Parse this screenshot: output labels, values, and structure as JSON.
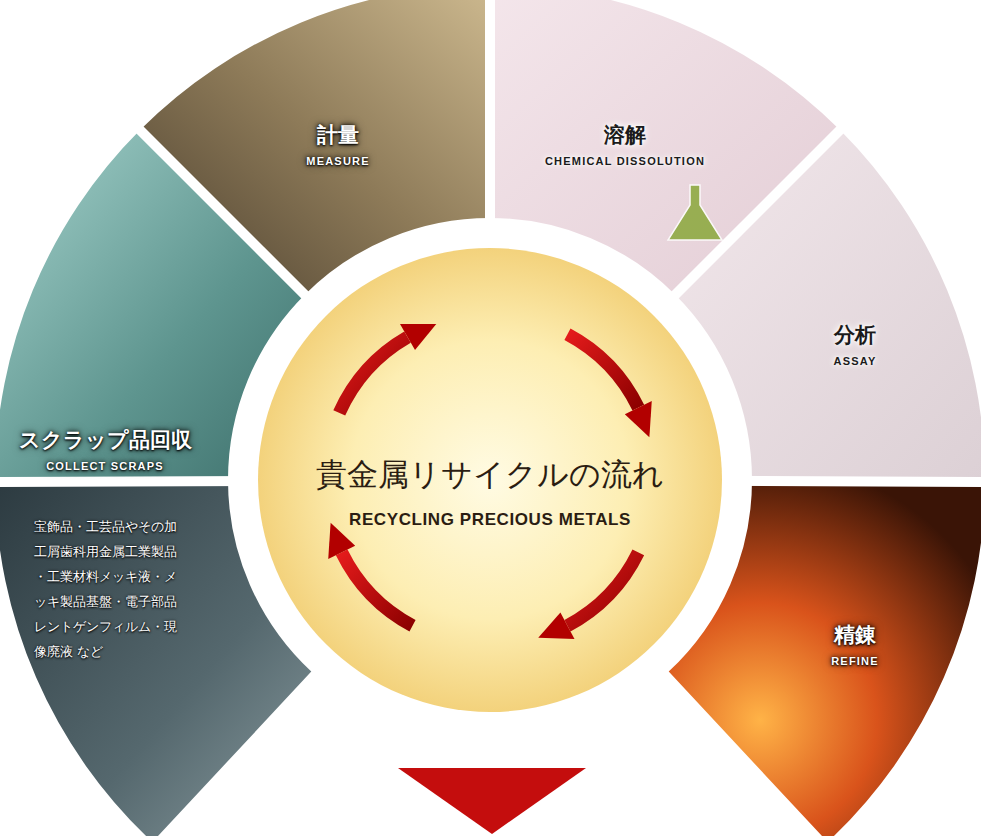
{
  "diagram": {
    "nodes": [
      {
        "text": [
          "計量",
          "MEASURE"
        ]
      },
      {
        "text": [
          "溶解",
          "CHEMICAL DISSOLUTION"
        ]
      },
      {
        "text": [
          "分析",
          "ASSAY"
        ]
      },
      {
        "text": [
          "スクラップ品回収",
          "COLLECT SCRAPS"
        ]
      },
      {
        "text": [
          "貴金属リサイクルの流れ",
          "RECYCLING PRECIOUS METALS"
        ]
      },
      {
        "text": [
          "宝飾品・工芸品やその加 工屑歯科用金属工業製品 ・工業材料メッキ液・メ ッキ製品基盤・電子部品 レントゲンフィルム・現 像廃液 など"
        ]
      },
      {
        "text": [
          "精錬",
          "REFINE"
        ]
      }
    ]
  }
}
